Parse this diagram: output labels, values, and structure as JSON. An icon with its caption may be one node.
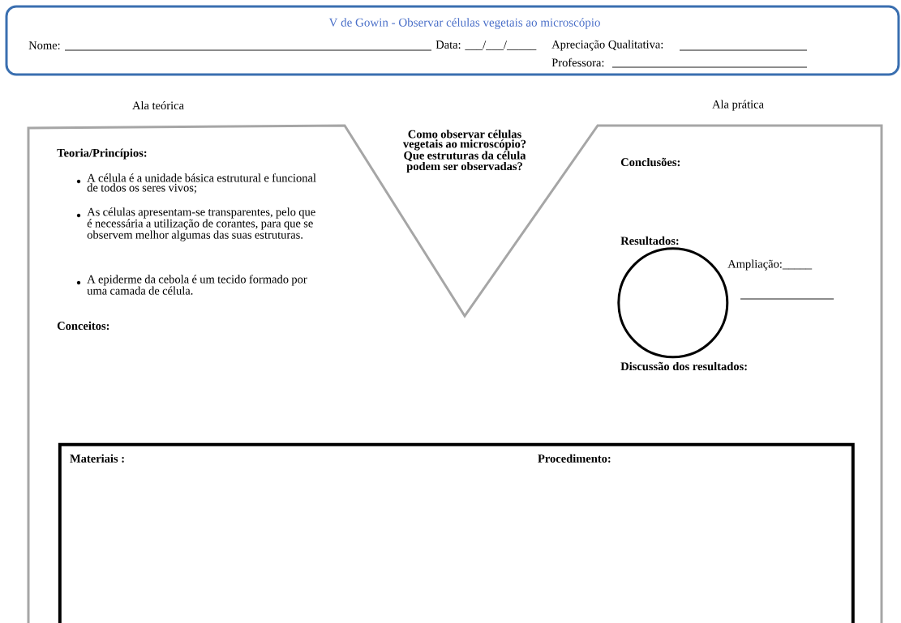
{
  "diagram": {
    "nodes": [
      {
        "text": [
          "V de Gowin  - Observar células vegetais ao microscópio",
          "Nome:",
          "Data: ___/___/_____",
          "Apreciação Qualitativa:",
          "Professora:"
        ]
      },
      {
        "text": [
          "Teoria/Princípios:",
          "A célula é a unidade básica estrutural e funcional de todos os seres vivos;",
          "As células apresentam-se transparentes, pelo que é necessária a utilização de corantes, para que se observem melhor algumas das suas estruturas.",
          "A epiderme da cebola é um tecido formado por uma camada de célula.",
          "Conceitos:",
          "Como observar células vegetais ao microscópio? Que estruturas da célula podem ser observadas?",
          "Conclusões:",
          "Resultados:",
          "Ampliação:_____",
          "Discussão dos resultados:"
        ]
      },
      {
        "text": [],
        "shape": "circle",
        "in": 1
      },
      {
        "text": [
          "Materiais :",
          "Procedimento:"
        ],
        "in": 1
      }
    ],
    "labels": [
      "Ala teórica",
      "Ala prática"
    ]
  }
}
